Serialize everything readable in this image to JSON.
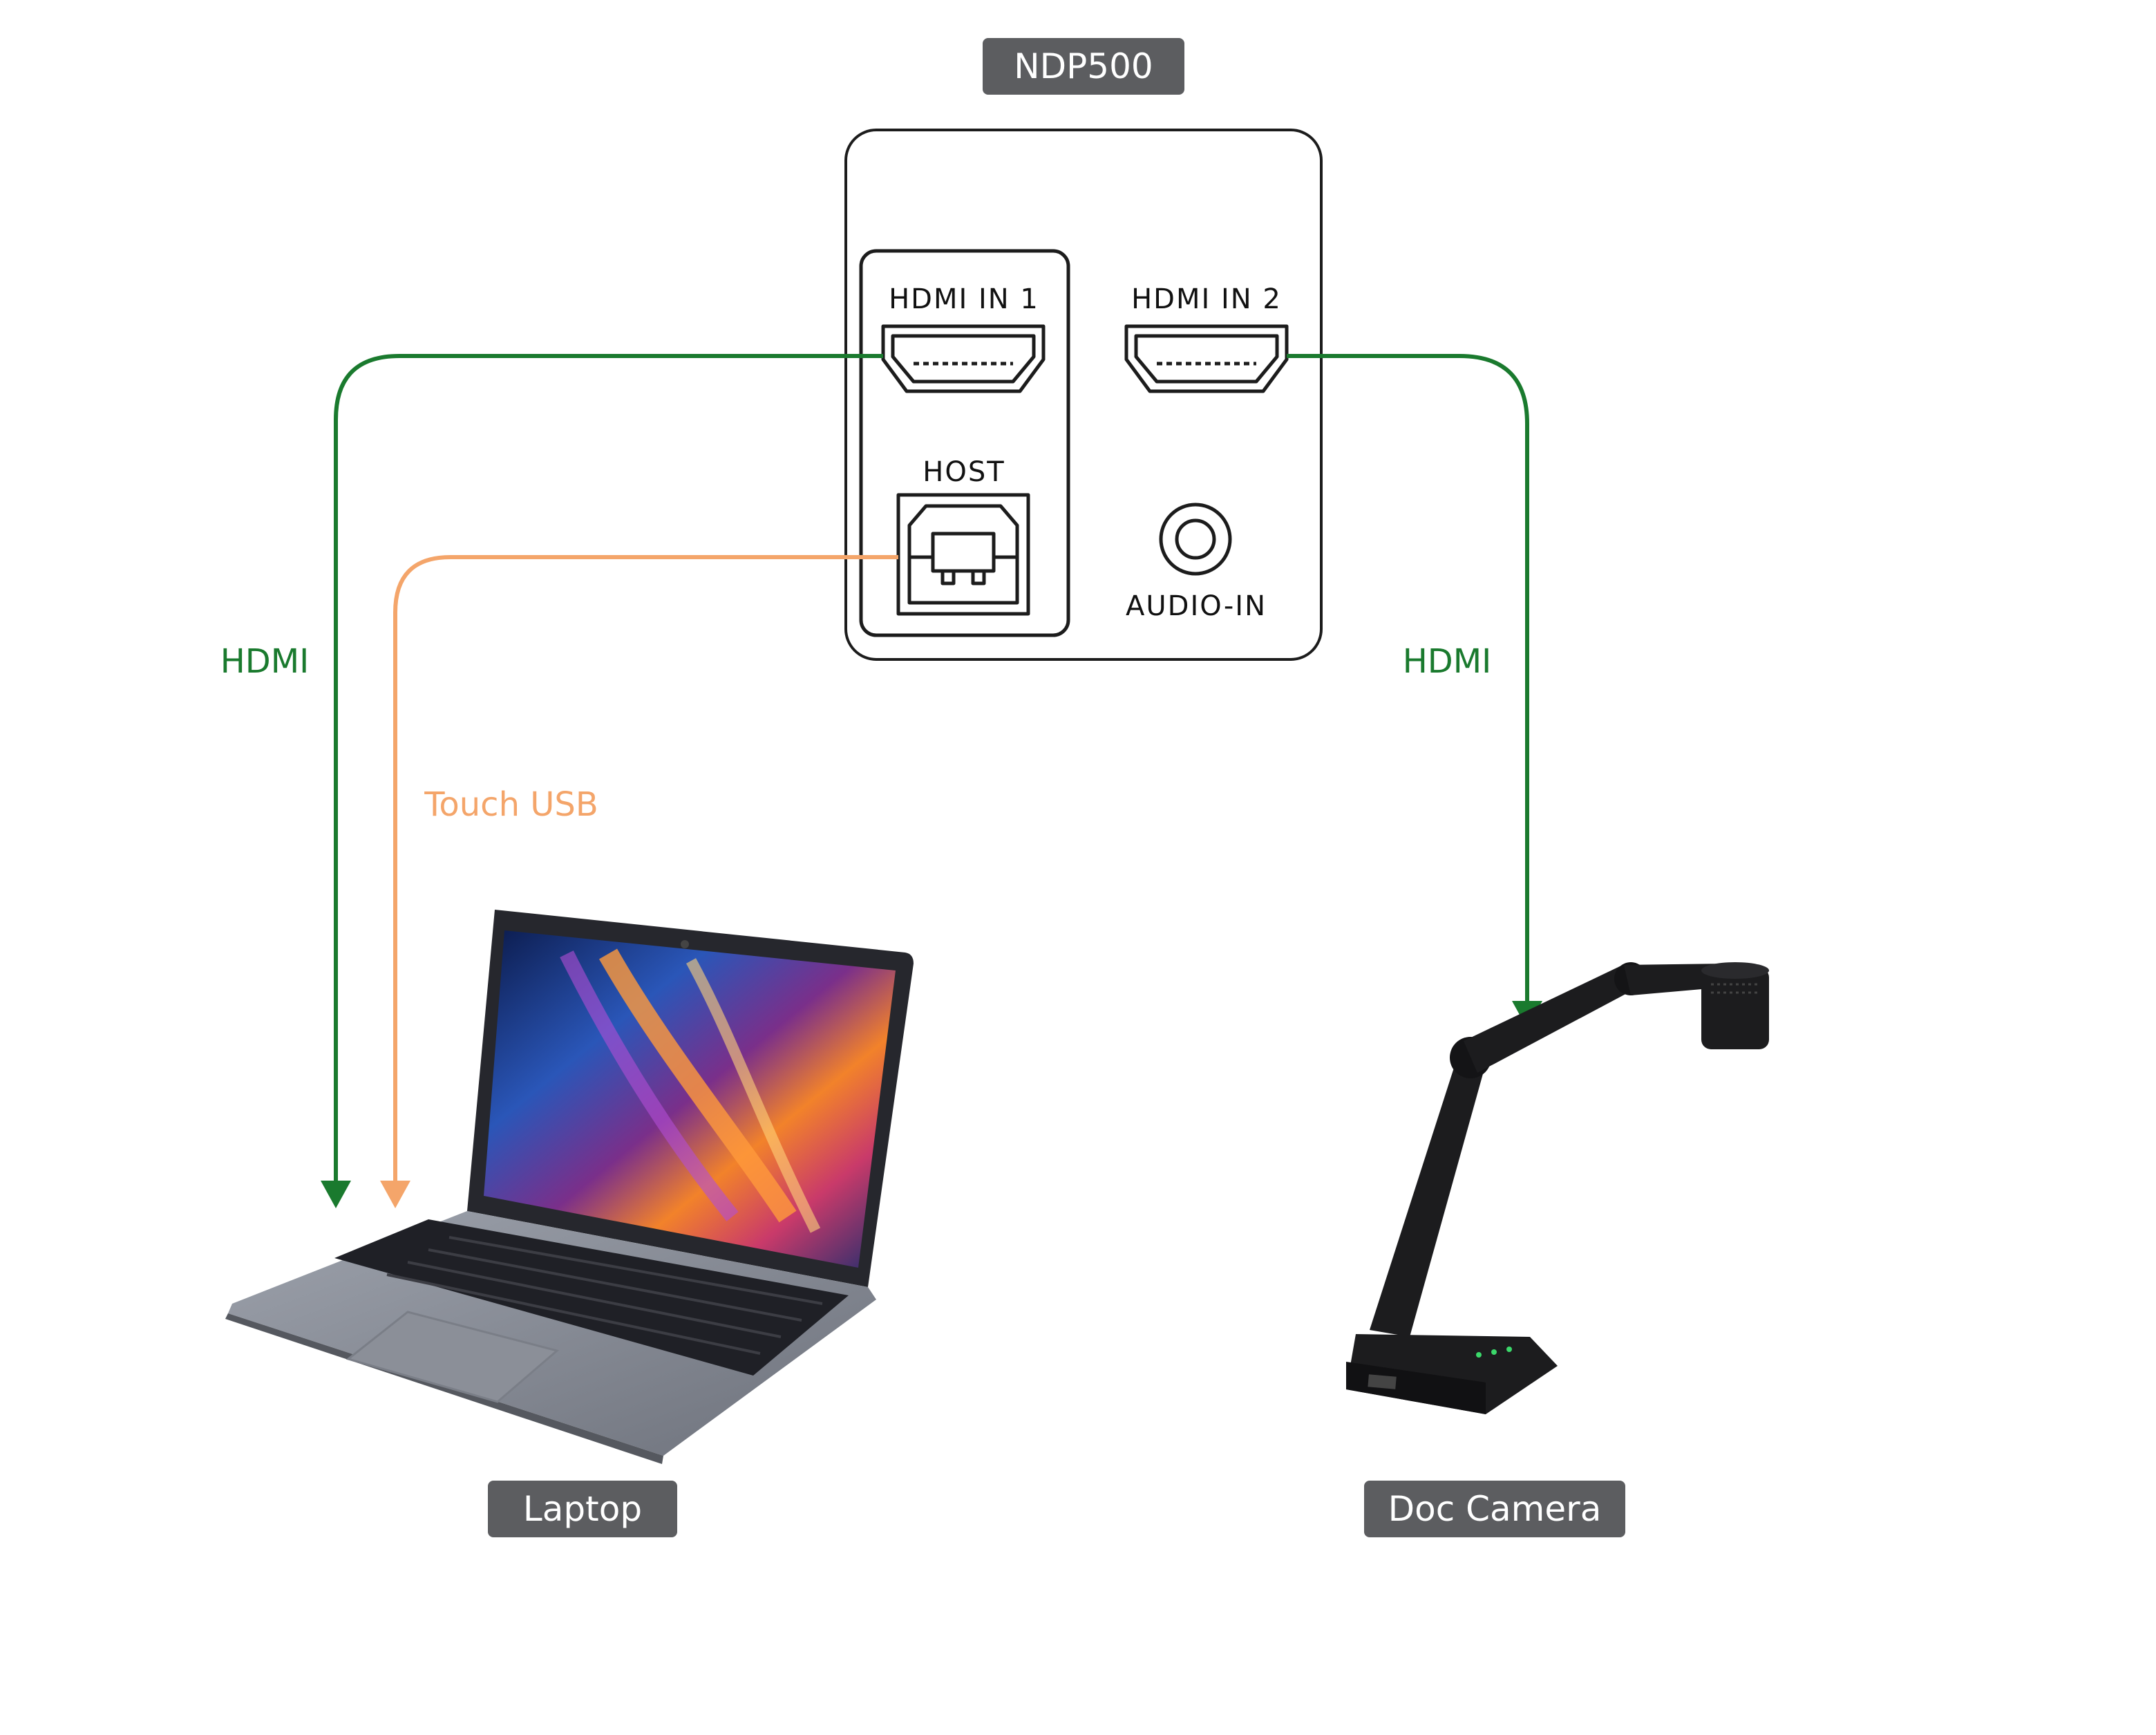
{
  "device": {
    "name": "NDP500"
  },
  "ports": {
    "hdmi_in_1": "HDMI IN 1",
    "hdmi_in_2": "HDMI IN 2",
    "host": "HOST",
    "audio_in": "AUDIO-IN"
  },
  "connections": {
    "laptop_hdmi": "HDMI",
    "laptop_usb": "Touch USB",
    "camera_hdmi": "HDMI"
  },
  "devices": {
    "laptop": "Laptop",
    "doc_camera": "Doc Camera"
  },
  "colors": {
    "hdmi": "#1a7a2e",
    "usb": "#f4a56a",
    "pill": "#5c5d60",
    "outline": "#1c1c1c"
  }
}
